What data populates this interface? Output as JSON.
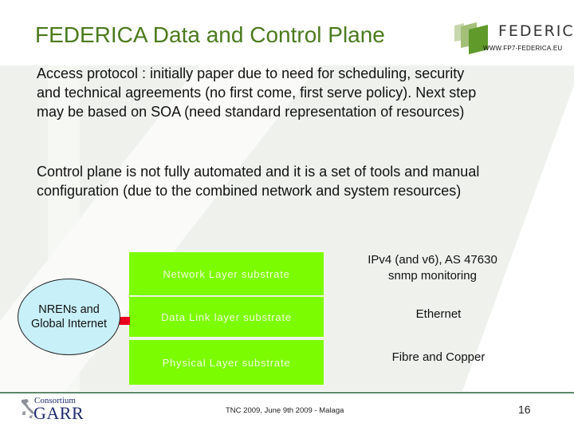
{
  "slide": {
    "title": "FEDERICA Data and Control Plane",
    "logo": {
      "wordmark": "FEDERICA",
      "url": "WWW.FP7-FEDERICA.EU",
      "icon": "federica-stacked-panels-icon"
    },
    "body": {
      "paragraph1": [
        "Access protocol : initially paper due to need for scheduling, security",
        "and technical agreements (no first come, first serve policy). Next step",
        "may be based on SOA (need standard representation of resources)"
      ],
      "paragraph2": [
        "Control plane is not fully automated and it is a set of tools and manual",
        "configuration (due to the combined network and system resources)"
      ]
    },
    "diagram": {
      "external_node": {
        "lines": [
          "NRENs and",
          "Global Internet"
        ],
        "fill": "#c8f0f8"
      },
      "connector_color": "#e8001c",
      "layer_color": "#7cfc00",
      "layers": [
        {
          "label": "Network Layer  substrate",
          "description": [
            "IPv4 (and v6), AS 47630",
            "snmp monitoring"
          ]
        },
        {
          "label": "Data Link layer substrate",
          "description": [
            "Ethernet"
          ]
        },
        {
          "label": "Physical Layer substrate",
          "description": [
            "Fibre and Copper"
          ]
        }
      ]
    },
    "footer": {
      "org_logo": {
        "top": "Consortium",
        "name": "GARR",
        "icon": "italy-map-icon"
      },
      "event": "TNC 2009,  June 9th 2009 - Malaga",
      "page_number": "16"
    },
    "colors": {
      "title": "#4b7a1c",
      "footer_rule": "#5b8a6a"
    }
  }
}
